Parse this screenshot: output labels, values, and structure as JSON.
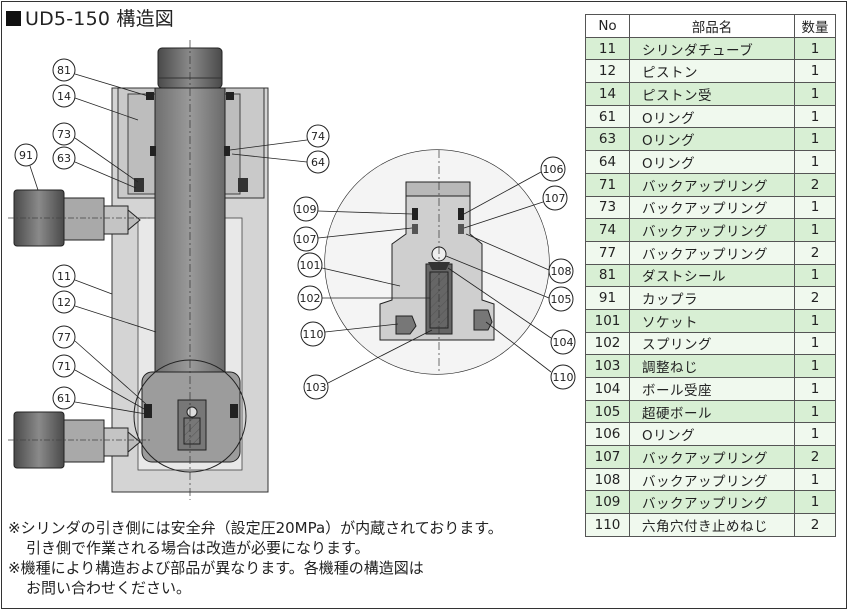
{
  "title": "UD5-150 構造図",
  "table": {
    "headers": {
      "no": "No",
      "name": "部品名",
      "qty": "数量"
    },
    "rows": [
      {
        "no": "11",
        "name": "シリンダチューブ",
        "qty": "1"
      },
      {
        "no": "12",
        "name": "ピストン",
        "qty": "1"
      },
      {
        "no": "14",
        "name": "ピストン受",
        "qty": "1"
      },
      {
        "no": "61",
        "name": "Oリング",
        "qty": "1"
      },
      {
        "no": "63",
        "name": "Oリング",
        "qty": "1"
      },
      {
        "no": "64",
        "name": "Oリング",
        "qty": "1"
      },
      {
        "no": "71",
        "name": "バックアップリング",
        "qty": "2"
      },
      {
        "no": "73",
        "name": "バックアップリング",
        "qty": "1"
      },
      {
        "no": "74",
        "name": "バックアップリング",
        "qty": "1"
      },
      {
        "no": "77",
        "name": "バックアップリング",
        "qty": "2"
      },
      {
        "no": "81",
        "name": "ダストシール",
        "qty": "1"
      },
      {
        "no": "91",
        "name": "カップラ",
        "qty": "2"
      },
      {
        "no": "101",
        "name": "ソケット",
        "qty": "1"
      },
      {
        "no": "102",
        "name": "スプリング",
        "qty": "1"
      },
      {
        "no": "103",
        "name": "調整ねじ",
        "qty": "1"
      },
      {
        "no": "104",
        "name": "ボール受座",
        "qty": "1"
      },
      {
        "no": "105",
        "name": "超硬ボール",
        "qty": "1"
      },
      {
        "no": "106",
        "name": "Oリング",
        "qty": "1"
      },
      {
        "no": "107",
        "name": "バックアップリング",
        "qty": "2"
      },
      {
        "no": "108",
        "name": "バックアップリング",
        "qty": "1"
      },
      {
        "no": "109",
        "name": "バックアップリング",
        "qty": "1"
      },
      {
        "no": "110",
        "name": "六角穴付き止めねじ",
        "qty": "2"
      }
    ]
  },
  "callouts": {
    "main": [
      "81",
      "14",
      "73",
      "63",
      "91",
      "74",
      "64",
      "11",
      "12",
      "77",
      "71",
      "61"
    ],
    "detail": [
      "106",
      "107",
      "109",
      "107",
      "101",
      "108",
      "102",
      "105",
      "110",
      "104",
      "103",
      "110"
    ]
  },
  "notes": [
    "※シリンダの引き側には安全弁（設定圧20MPa）が内蔵されております。",
    "引き側で作業される場合は改造が必要になります。",
    "※機種により構造および部品が異なります。各機種の構造図は",
    "お問い合わせください。"
  ]
}
